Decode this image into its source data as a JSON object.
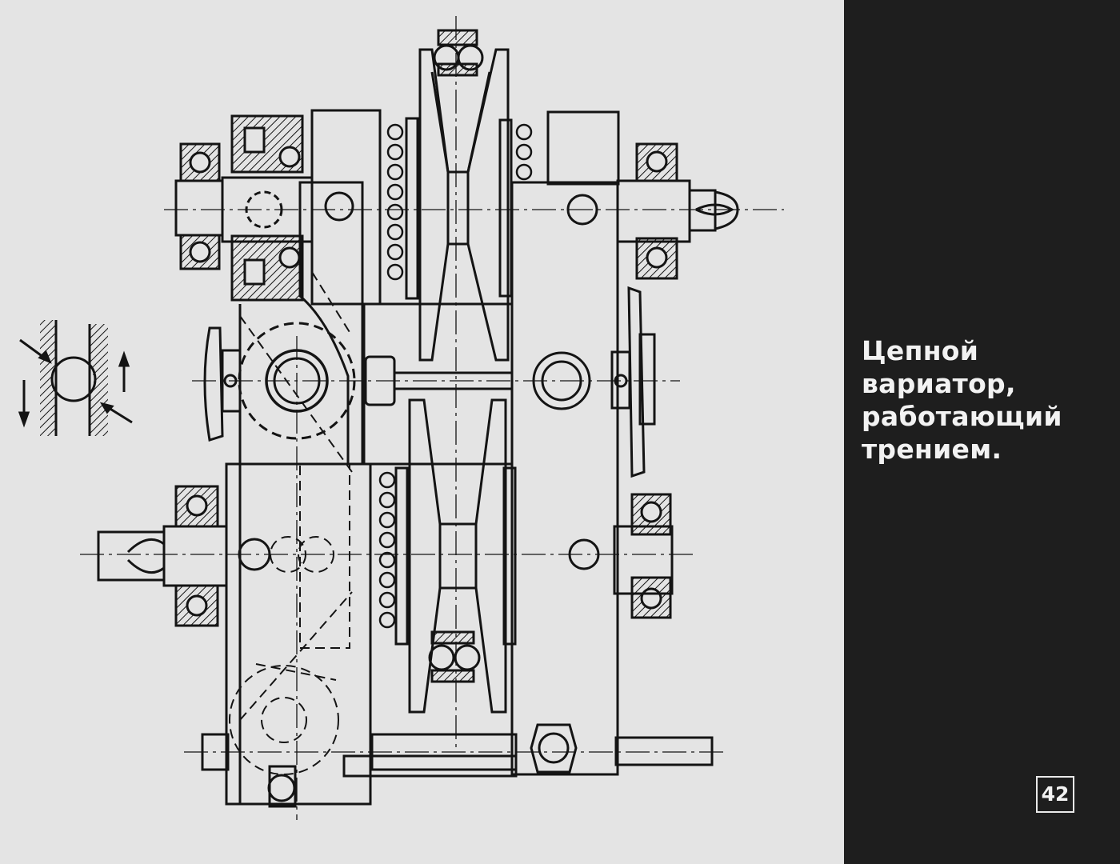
{
  "caption": {
    "line1": "Цепной",
    "line2": "вариатор,",
    "line3": "работающий",
    "line4": "трением."
  },
  "page_number": "42",
  "colors": {
    "paper": "#e4e4e4",
    "ink": "#141414",
    "caption_panel": "#1e1e1e",
    "caption_text": "#f2f2f2"
  }
}
